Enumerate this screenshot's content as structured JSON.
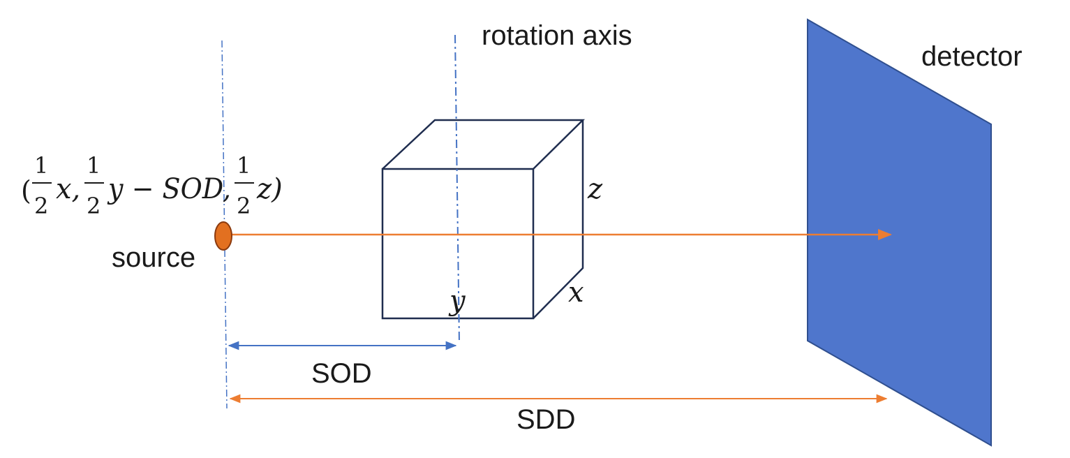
{
  "labels": {
    "rotation_axis": "rotation axis",
    "detector": "detector",
    "source": "source",
    "sod": "SOD",
    "sdd": "SDD"
  },
  "cube_labels": {
    "z": "z",
    "x": "x",
    "y": "y"
  },
  "coordinate": {
    "open": "(",
    "num": "1",
    "den": "2",
    "term1": "x,",
    "term2": "y − SOD,",
    "term3": "z)"
  },
  "colors": {
    "beam": "#ED7D31",
    "axis": "#4472C4",
    "detector": "#4F76CC",
    "detector_edge": "#2F4F8F",
    "cube": "#1F2D4F",
    "source_fill": "#E27020",
    "source_edge": "#8B3A0E"
  }
}
